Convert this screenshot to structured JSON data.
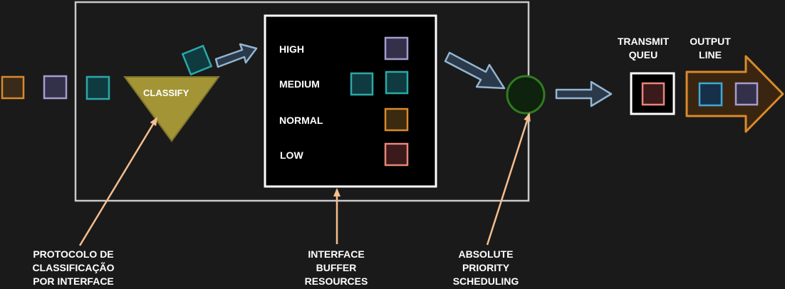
{
  "classifier": {
    "label": "CLASSIFY"
  },
  "priority_levels": [
    {
      "label": "HIGH"
    },
    {
      "label": "MEDIUM"
    },
    {
      "label": "NORMAL"
    },
    {
      "label": "LOW"
    }
  ],
  "transmit_queue": {
    "label": "TRANSMIT\nQUEU"
  },
  "output_line": {
    "label": "OUTPUT\nLINE"
  },
  "annotations": {
    "classification": "PROTOCOLO DE\nCLASSIFICAÇÃO\nPOR INTERFACE",
    "buffer": "INTERFACE\nBUFFER\nRESOURCES",
    "scheduling": "ABSOLUTE\nPRIORITY\nSCHEDULING"
  },
  "colors": {
    "background": "#1a1a1a",
    "orange_packet": "#d98a2b",
    "purple_packet": "#a79ccf",
    "teal_packet": "#2aa9a9",
    "red_packet": "#e98578",
    "blue_packet": "#3fa9d8",
    "classifier_fill": "#a39536",
    "scheduler_stroke": "#2e7d1f",
    "arrow_blue": "#93b5d1",
    "arrow_orange": "#f5be8e"
  }
}
